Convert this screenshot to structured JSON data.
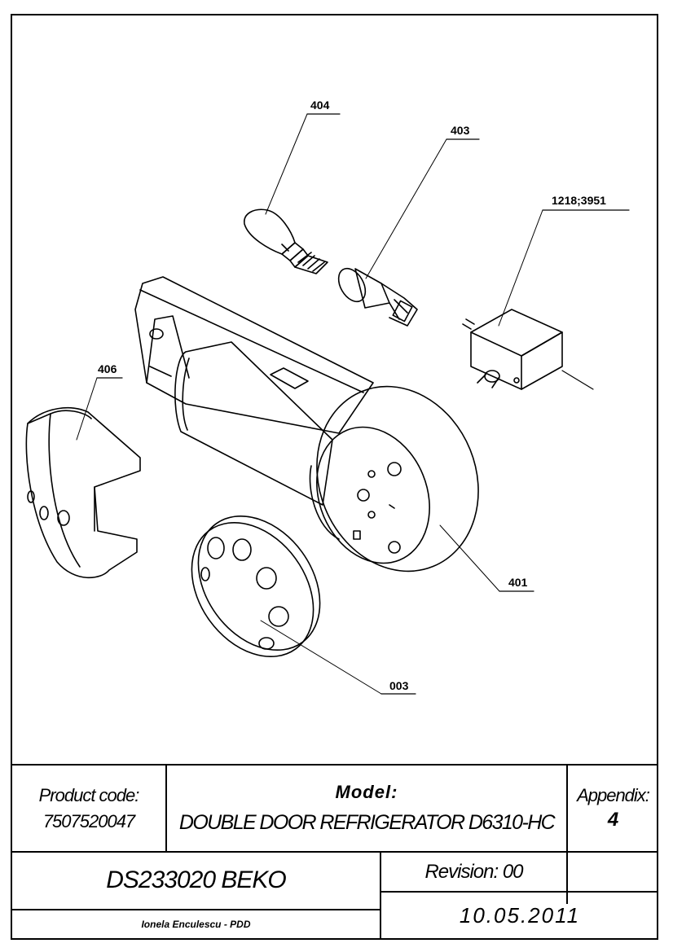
{
  "callouts": {
    "c404": "404",
    "c403": "403",
    "c1218": "1218;3951",
    "c406": "406",
    "c401": "401",
    "c003": "003"
  },
  "title_block": {
    "product_code_label": "Product code:",
    "product_code_value": "7507520047",
    "model_label": "Model:",
    "model_value": "DOUBLE DOOR REFRIGERATOR D6310-HC",
    "appendix_label": "Appendix:",
    "appendix_value": "4",
    "document_id": "DS233020 BEKO",
    "revision": "Revision: 00",
    "author": "Ionela Enculescu - PDD",
    "date": "10.05.2011"
  }
}
